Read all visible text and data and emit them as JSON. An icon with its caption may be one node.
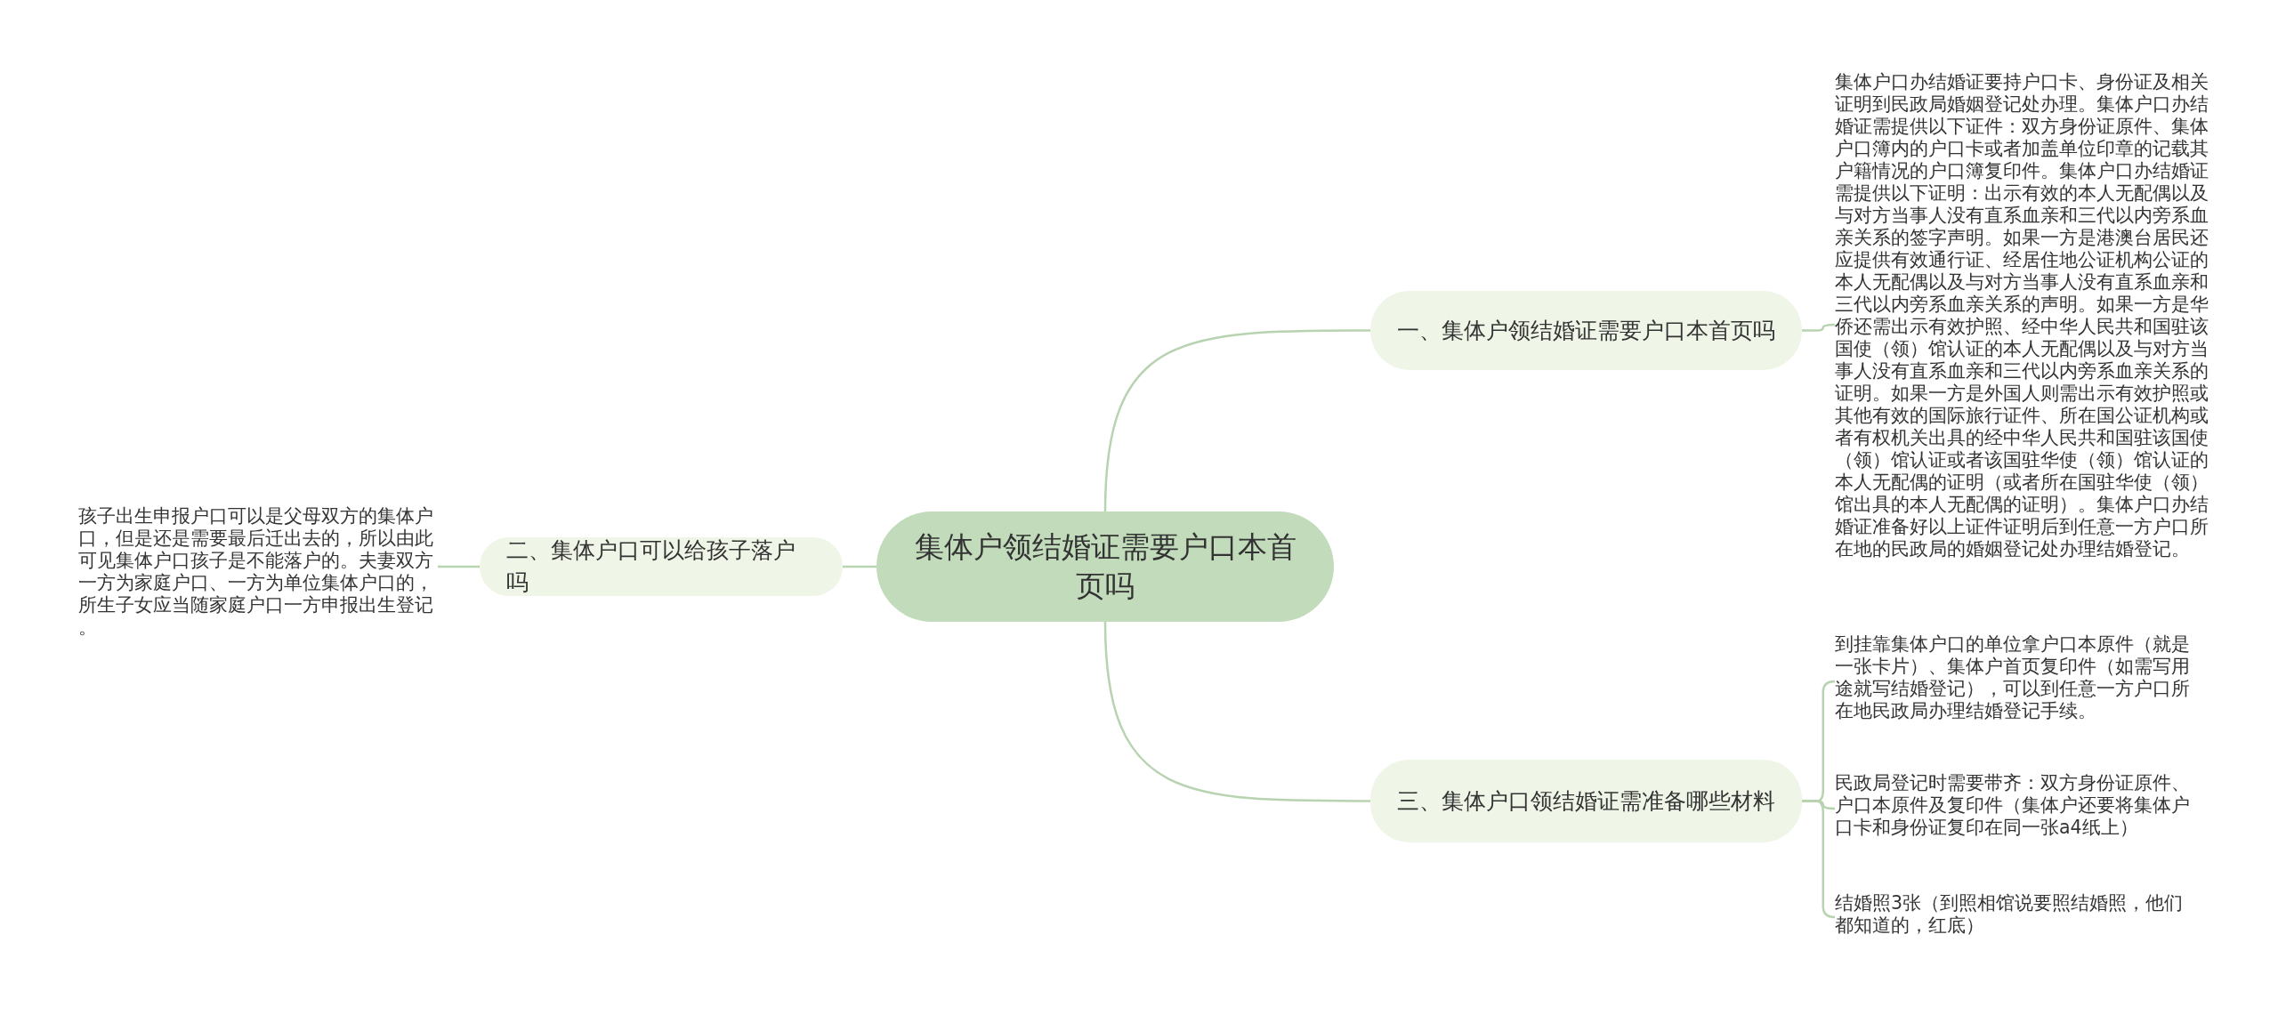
{
  "diagram": {
    "nodes": [
      {
        "text": [
          "集体户领结婚证需要户口本首页吗"
        ]
      },
      {
        "text": [
          "一、集体户领结婚证需要户口本首页吗"
        ]
      },
      {
        "text": [
          "集体户口办结婚证要持户口卡、身份证及相关证明到民政局婚姻登记处办理。集体户口办结婚证需提供以下证件：双方身份证原件、集体户口簿内的户口卡或者加盖单位印章的记载其户籍情况的户口簿复印件。集体户口办结婚证需提供以下证明：出示有效的本人无配偶以及与对方当事人没有直系血亲和三代以内旁系血亲关系的签字声明。如果一方是港澳台居民还应提供有效通行证、经居住地公证机构公证的本人无配偶以及与对方当事人没有直系血亲和三代以内旁系血亲关系的声明。如果一方是华侨还需出示有效护照、经中华人民共和国驻该国使（领）馆认证的本人无配偶以及与对方当事人没有直系血亲和三代以内旁系血亲关系的证明。如果一方是外国人则需出示有效护照或其他有效的国际旅行证件、所在国公证机构或者有权机关出具的经中华人民共和国驻该国使（领）馆认证或者该国驻华使（领）馆认证的本人无配偶的证明（或者所在国驻华使（领）馆出具的本人无配偶的证明）。集体户口办结婚证准备好以上证件证明后到任意一方户口所在地的民政局的婚姻登记处办理结婚登记。"
        ]
      },
      {
        "text": [
          "二、集体户口可以给孩子落户吗"
        ]
      },
      {
        "text": [
          "孩子出生申报户口可以是父母双方的集体户口，但是还是需要最后迁出去的，所以由此可见集体户口孩子是不能落户的。夫妻双方一方为家庭户口、一方为单位集体户口的，所生子女应当随家庭户口一方申报出生登记。"
        ]
      },
      {
        "text": [
          "三、集体户口领结婚证需准备哪些材料"
        ]
      },
      {
        "text": [
          "到挂靠集体户口的单位拿户口本原件（就是一张卡片）、集体户首页复印件（如需写用途就写结婚登记），可以到任意一方户口所在地民政局办理结婚登记手续。"
        ]
      },
      {
        "text": [
          "民政局登记时需要带齐：双方身份证原件、户口本原件及复印件（集体户还要将集体户口卡和身份证复印在同一张a4纸上）"
        ]
      },
      {
        "text": [
          "结婚照3张（到照相馆说要照结婚照，他们都知道的，红底）"
        ]
      }
    ],
    "edges": [
      {
        "from": 0,
        "to": 1,
        "arrow": "none"
      },
      {
        "from": 1,
        "to": 2,
        "arrow": "none"
      },
      {
        "from": 0,
        "to": 3,
        "arrow": "none"
      },
      {
        "from": 3,
        "to": 4,
        "arrow": "none"
      },
      {
        "from": 0,
        "to": 5,
        "arrow": "none"
      },
      {
        "from": 5,
        "to": 6,
        "arrow": "none"
      },
      {
        "from": 5,
        "to": 7,
        "arrow": "none"
      },
      {
        "from": 5,
        "to": 8,
        "arrow": "none"
      }
    ]
  }
}
